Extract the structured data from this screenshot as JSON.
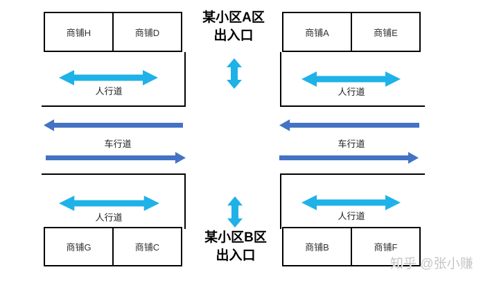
{
  "diagram": {
    "entrance_a": {
      "line1": "某小区A区",
      "line2": "出入口"
    },
    "entrance_b": {
      "line1": "某小区B区",
      "line2": "出入口"
    },
    "sidewalk_label": "人行道",
    "road_label": "车行道",
    "shops": {
      "top_left": [
        "商铺H",
        "商铺D"
      ],
      "top_right": [
        "商铺A",
        "商铺E"
      ],
      "bottom_left": [
        "商铺G",
        "商铺C"
      ],
      "bottom_right": [
        "商铺B",
        "商铺F"
      ]
    },
    "icons": {
      "sidewalk_arrow": "double-headed-horizontal-arrow",
      "entrance_arrow": "double-headed-vertical-arrow",
      "road_arrow_top": "left-arrow",
      "road_arrow_bottom": "right-arrow"
    },
    "colors": {
      "sidewalk_arrow": "#1eb2e8",
      "road_arrow": "#4472c4",
      "outline": "#000000",
      "watermark": "#c6c6c6",
      "background": "#ffffff"
    },
    "watermark": "知乎 @张小赚"
  }
}
